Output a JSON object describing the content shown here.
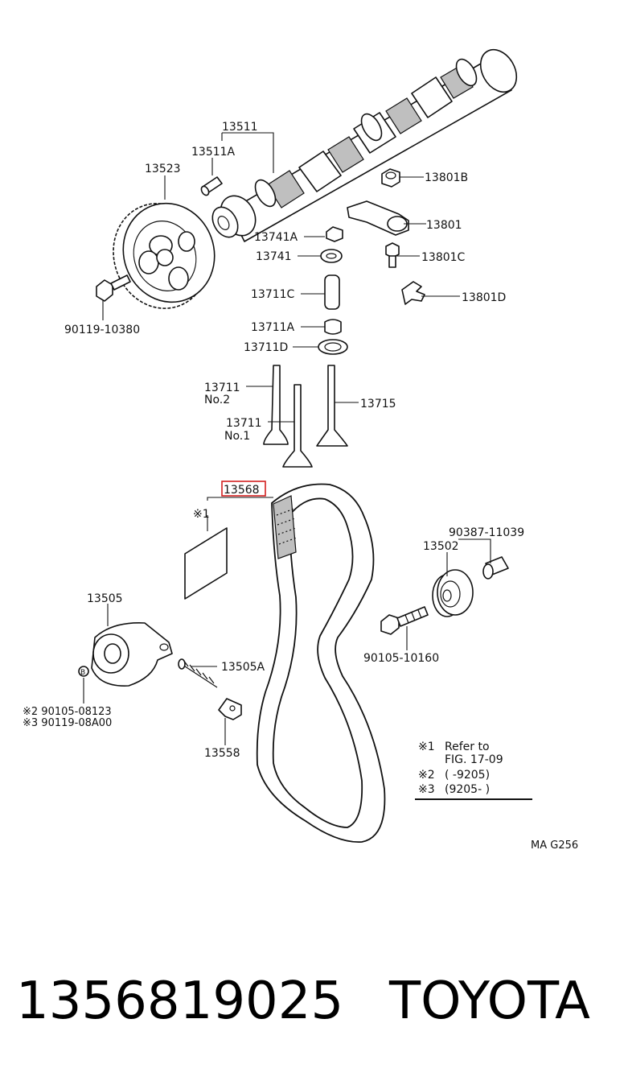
{
  "labels": {
    "p13511": "13511",
    "p13511A": "13511A",
    "p13523": "13523",
    "p90119_10380": "90119-10380",
    "p13801B": "13801B",
    "p13801": "13801",
    "p13801C": "13801C",
    "p13801D": "13801D",
    "p13741A": "13741A",
    "p13741": "13741",
    "p13711C": "13711C",
    "p13711A": "13711A",
    "p13711D": "13711D",
    "p13711_no2": "13711",
    "no2": "No.2",
    "p13711_no1": "13711",
    "no1": "No.1",
    "p13715": "13715",
    "p13568": "13568",
    "ref1": "※1",
    "p90387_11039": "90387-11039",
    "p13502": "13502",
    "p13505": "13505",
    "p13505A": "13505A",
    "p90105_10160": "90105-10160",
    "circleB": "B",
    "p90105_08123": "※2 90105-08123",
    "p90119_08A00": "※3 90119-08A00",
    "p13558": "13558",
    "diagram_code": "MA G256"
  },
  "notes": [
    {
      "mark": "※1",
      "text": "Refer to"
    },
    {
      "mark": "",
      "text": "FIG. 17-09"
    },
    {
      "mark": "※2",
      "text": "(        -9205)"
    },
    {
      "mark": "※3",
      "text": "(9205-        )"
    }
  ],
  "footer": {
    "part_number": "1356819025",
    "brand": "TOYOTA"
  },
  "colors": {
    "highlight": "#d32020",
    "ink": "#111111"
  }
}
